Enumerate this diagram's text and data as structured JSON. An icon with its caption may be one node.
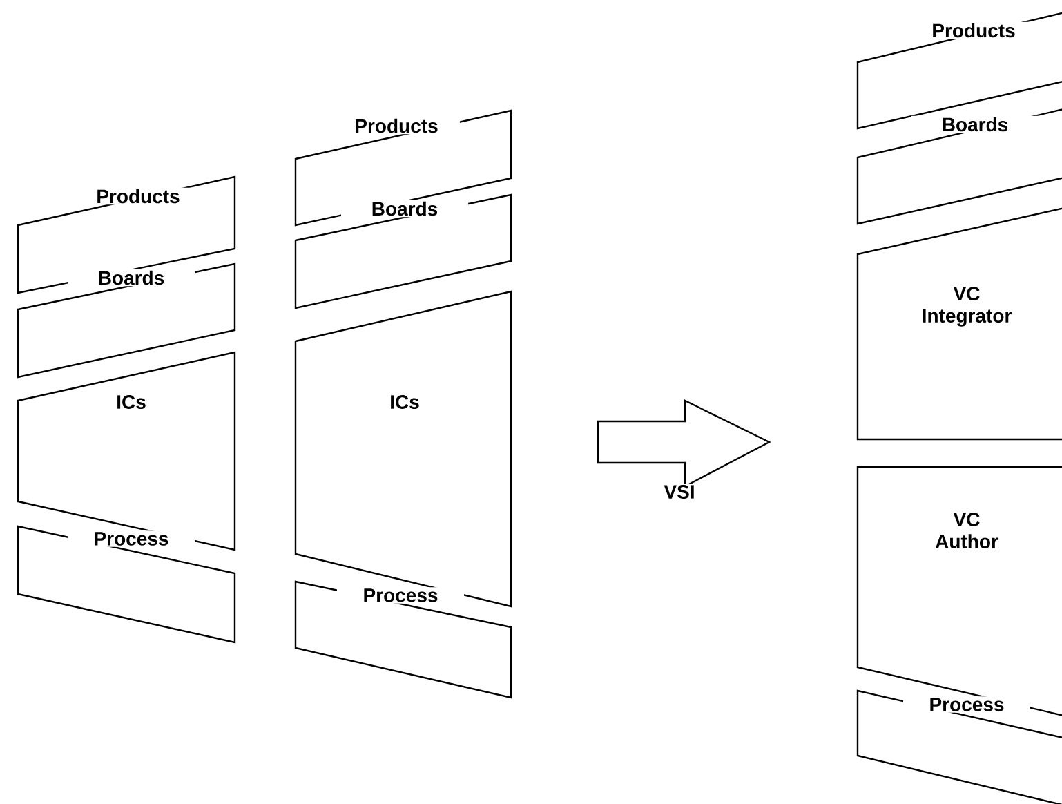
{
  "diagram": {
    "nodes": [
      {
        "text": [
          "Products"
        ]
      },
      {
        "text": [
          "Boards"
        ]
      },
      {
        "text": [
          "ICs"
        ]
      },
      {
        "text": [
          "Process"
        ]
      },
      {
        "text": [
          "Products"
        ]
      },
      {
        "text": [
          "Boards"
        ]
      },
      {
        "text": [
          "ICs"
        ]
      },
      {
        "text": [
          "Process"
        ]
      },
      {
        "text": [
          "VSI"
        ]
      },
      {
        "text": [
          "Products"
        ]
      },
      {
        "text": [
          "Boards"
        ]
      },
      {
        "text": [
          "VC Integrator"
        ]
      },
      {
        "text": [
          "VC Author"
        ]
      },
      {
        "text": [
          "Process"
        ]
      }
    ]
  }
}
